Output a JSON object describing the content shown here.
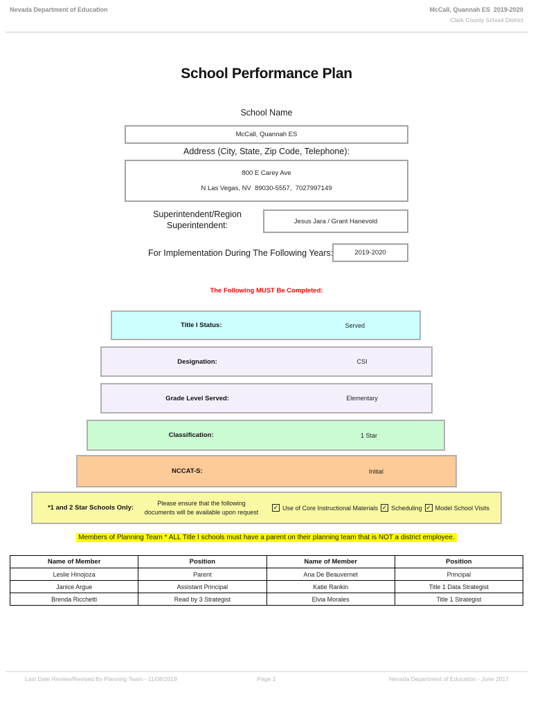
{
  "header": {
    "left": "Nevada Department of Education",
    "right_line1": "McCall, Quannah ES  2019-2020",
    "right_line2": "Clark County School District"
  },
  "title": "School Performance Plan",
  "form": {
    "school_name_label": "School Name",
    "school_name_value": "McCall, Quannah ES",
    "address_label": "Address (City, State, Zip Code, Telephone):",
    "address_line1": "800 E Carey Ave",
    "address_line2": "N Las Vegas, NV  89030-5557,  7027997149",
    "superintendent_label_line1": "Superintendent/Region",
    "superintendent_label_line2": "Superintendent:",
    "superintendent_value": "Jesus Jara / Grant Hanevold",
    "implementation_label": "For Implementation During The Following Years:",
    "implementation_value": "2019-2020"
  },
  "must_complete_notice": "The Following MUST Be Completed:",
  "status_rows": [
    {
      "label": "Title I Status:",
      "value": "Served",
      "color": "#CCFFFF"
    },
    {
      "label": "Designation:",
      "value": "CSI",
      "color": "#F4EFFA"
    },
    {
      "label": "Grade Level Served:",
      "value": "Elementary",
      "color": "#F4EFFA"
    },
    {
      "label": "Classification:",
      "value": "1 Star",
      "color": "#CBFBD3"
    },
    {
      "label": "NCCAT-S:",
      "value": "Initial",
      "color": "#FCCB97"
    }
  ],
  "star_schools": {
    "label": "*1 and 2 Star Schools Only:",
    "note_line1": "Please ensure that the following",
    "note_line2": "documents will be available upon request",
    "box_color": "#F9F9A4",
    "checkboxes": [
      {
        "label": "Use of Core Instructional Materials",
        "checked": true
      },
      {
        "label": "Scheduling",
        "checked": true
      },
      {
        "label": "Model School Visits",
        "checked": true
      }
    ]
  },
  "planning_team_notice": "Members of Planning Team * ALL Title I schools must have a parent on their planning team that is NOT a district employee.",
  "planning_team_highlight_color": "#FFFF00",
  "team_table": {
    "headers": [
      "Name of Member",
      "Position",
      "Name of Member",
      "Position"
    ],
    "rows": [
      [
        "Leslie Hinojoza",
        "Parent",
        "Ana De Beauvernet",
        "Principal"
      ],
      [
        "Janice Argue",
        "Assistant Principal",
        "Katie Rankin",
        "Title 1 Data Strategist"
      ],
      [
        "Brenda Ricchetti",
        "Read by 3 Strategist",
        "Elvia Morales",
        "Title 1 Strategist"
      ]
    ]
  },
  "footer": {
    "left": "Last Date Review/Revised By Planning Team - 11/08/2019",
    "center": "Page 1",
    "right": "Nevada Department of Education - June 2017"
  },
  "icons": {
    "checkbox_check": "✓"
  }
}
